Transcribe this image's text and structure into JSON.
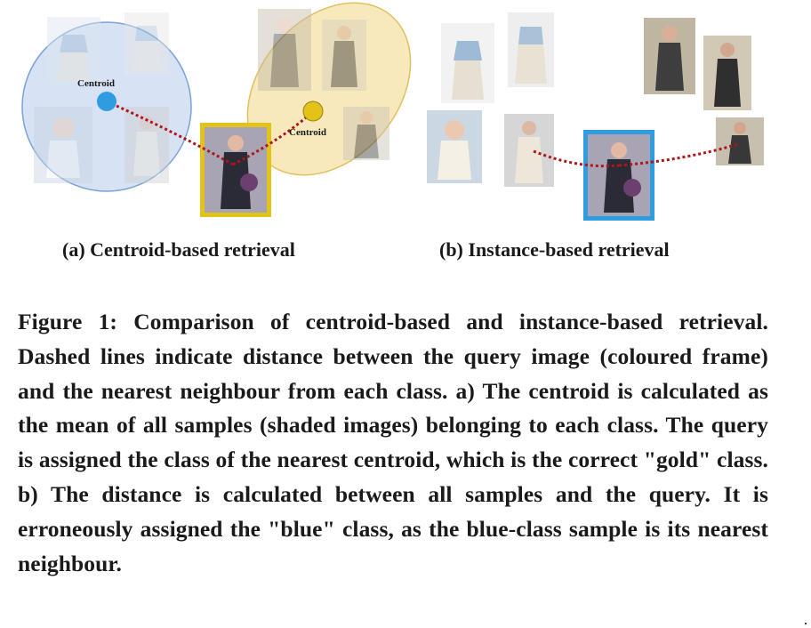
{
  "panel_a": {
    "centroid_label_1": "Centroid",
    "centroid_label_2": "Centroid",
    "subcaption": "(a) Centroid-based retrieval"
  },
  "panel_b": {
    "subcaption": "(b) Instance-based retrieval"
  },
  "caption": {
    "text": "Figure 1: Comparison of centroid-based and instance-based retrieval. Dashed lines indicate distance between the query image (coloured frame) and the nearest neighbour from each class. a) The centroid is calculated as the mean of all samples (shaded images) belonging to each class. The query is assigned the class of the nearest centroid, which is the correct \"gold\" class. b) The distance is calculated between all samples and the query. It is erroneously assigned the \"blue\" class, as the blue-class sample is its nearest neighbour."
  },
  "colors": {
    "blue_class": "#2f9be0",
    "gold_class": "#e3c21a",
    "distance_line": "#b0151b"
  }
}
